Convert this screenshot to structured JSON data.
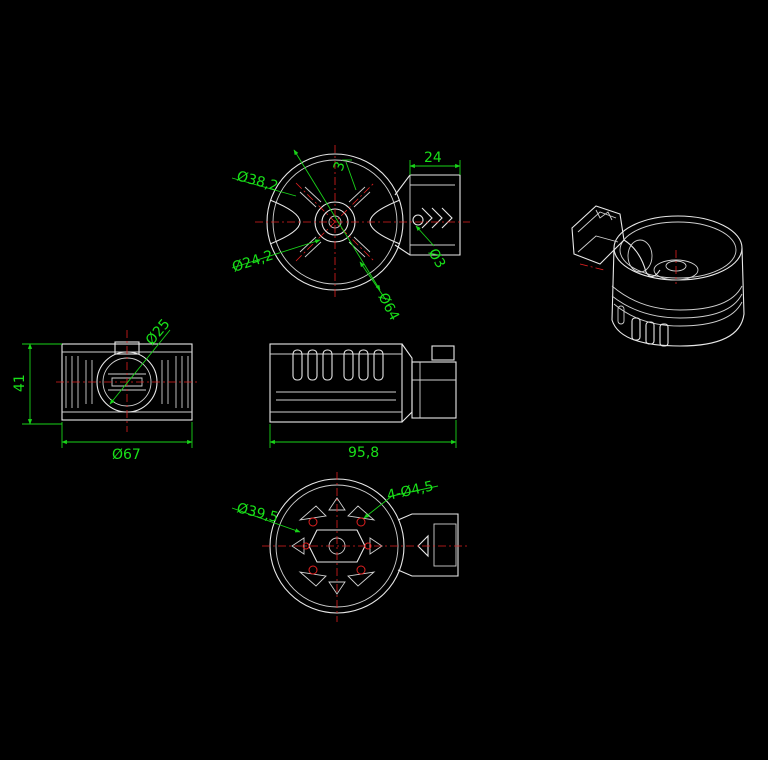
{
  "dimensions": {
    "top_view": {
      "outer_diameter": "Ø38,2",
      "slot_width": "3",
      "bracket_width": "24",
      "inner_diameter": "Ø24,2",
      "small_hole": "Ø3",
      "flange_diameter": "Ø64"
    },
    "side_view": {
      "height": "41",
      "bore_diameter": "Ø25",
      "width": "Ø67"
    },
    "front_view": {
      "length": "95,8"
    },
    "bottom_view": {
      "pcd": "Ø39,5",
      "holes": "4-Ø4,5"
    }
  },
  "colors": {
    "background": "#000000",
    "outline": "#e8e8e8",
    "dimension": "#19d419",
    "centerline": "#e02020"
  }
}
